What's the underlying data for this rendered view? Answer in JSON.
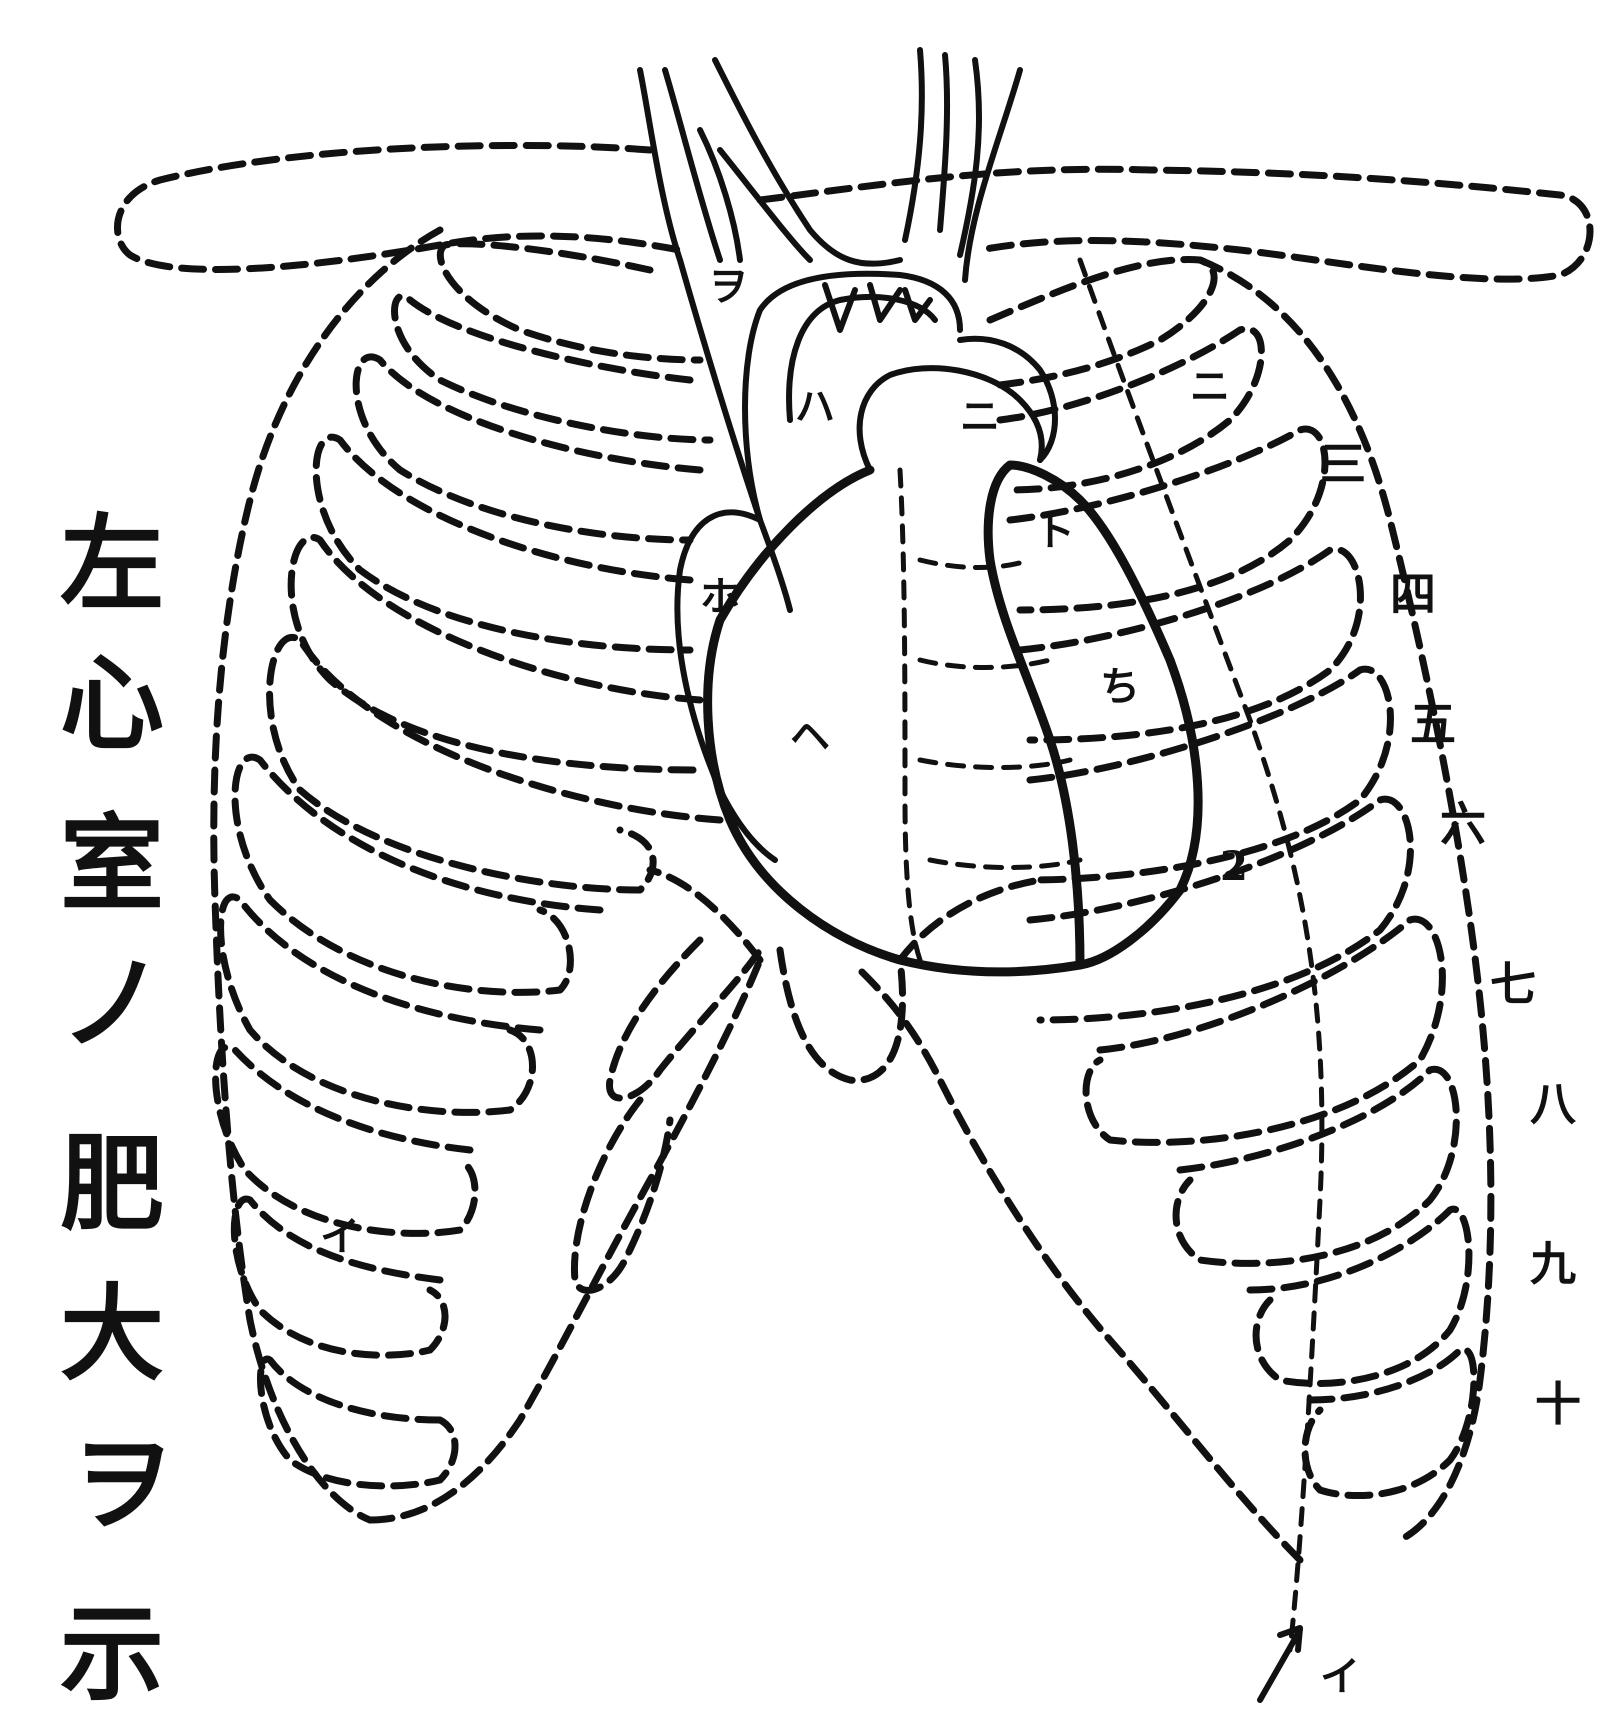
{
  "caption": {
    "glyphs": [
      "左",
      "心",
      "室",
      "ノ",
      "肥",
      "大",
      "ヲ",
      "示"
    ]
  },
  "rib_numbers": [
    "三",
    "四",
    "五",
    "六",
    "七",
    "八",
    "九",
    "十"
  ],
  "inner_marks": {
    "vessel_upper": "ヲ",
    "vessel_left": "ハ",
    "right_atrium": "ホ",
    "heart_body": "ヘ",
    "pulmonary_ribbon": "ニ",
    "left_upper": "ト",
    "ribbon_mark": "ち",
    "ventricle_number": "2",
    "rib_mark_small": "ニ",
    "rib_mark_low": "イ",
    "bottom_mark": "イ"
  }
}
